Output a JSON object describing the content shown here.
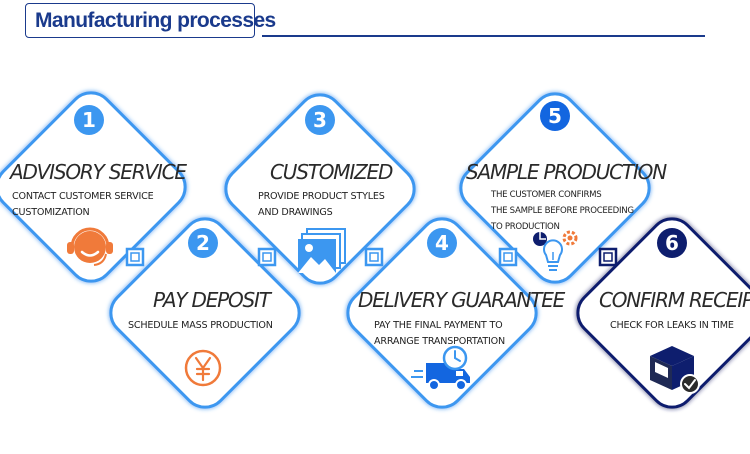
{
  "header": {
    "title": "Manufacturing processes"
  },
  "colors": {
    "light_blue": "#3c97f0",
    "dark_navy": "#0e1e6e",
    "orange": "#f07a3a",
    "badge_blue": "#3388f0"
  },
  "steps": [
    {
      "number": "1",
      "title": "ADVISORY SERVICE",
      "description": "CONTACT CUSTOMER SERVICE\nCUSTOMIZATION",
      "icon": "customer-service-headset-icon"
    },
    {
      "number": "2",
      "title": "PAY DEPOSIT",
      "description": "SCHEDULE MASS PRODUCTION",
      "icon": "yen-currency-icon"
    },
    {
      "number": "3",
      "title": "CUSTOMIZED",
      "description": "PROVIDE PRODUCT STYLES\nAND DRAWINGS",
      "icon": "picture-gallery-icon"
    },
    {
      "number": "4",
      "title": "DELIVERY GUARANTEE",
      "description": "PAY THE FINAL PAYMENT TO\nARRANGE TRANSPORTATION",
      "icon": "delivery-truck-clock-icon"
    },
    {
      "number": "5",
      "title": "SAMPLE PRODUCTION",
      "description": "THE CUSTOMER CONFIRMS\nTHE SAMPLE BEFORE PROCEEDING\nTO PRODUCTION",
      "icon": "idea-bulb-gears-icon"
    },
    {
      "number": "6",
      "title": "CONFIRM RECEIPT",
      "description": "CHECK FOR LEAKS IN TIME",
      "icon": "package-check-icon"
    }
  ]
}
